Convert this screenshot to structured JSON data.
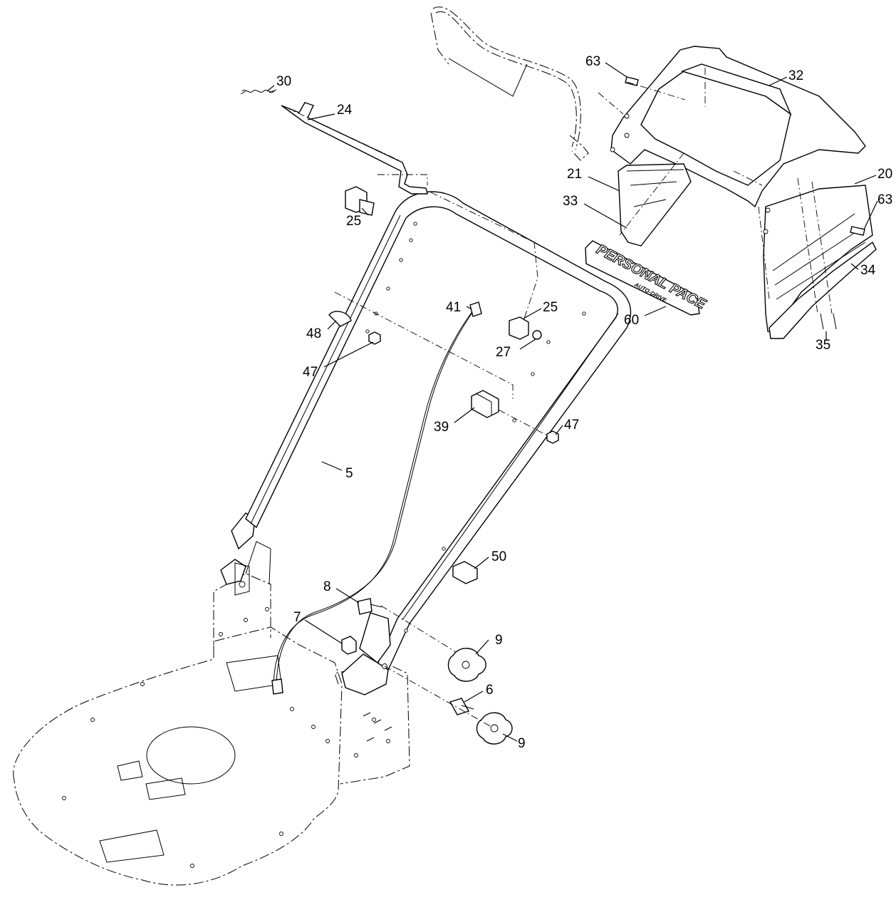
{
  "decal": {
    "line1": "PERSONAL PACE",
    "line2": "AUTO-DRIVE"
  },
  "callouts": [
    {
      "id": "callout-30",
      "text": "30"
    },
    {
      "id": "callout-24",
      "text": "24"
    },
    {
      "id": "callout-25-top",
      "text": "25"
    },
    {
      "id": "callout-63-top",
      "text": "63"
    },
    {
      "id": "callout-32",
      "text": "32"
    },
    {
      "id": "callout-21",
      "text": "21"
    },
    {
      "id": "callout-33",
      "text": "33"
    },
    {
      "id": "callout-20",
      "text": "20"
    },
    {
      "id": "callout-63-right",
      "text": "63"
    },
    {
      "id": "callout-34",
      "text": "34"
    },
    {
      "id": "callout-35",
      "text": "35"
    },
    {
      "id": "callout-60",
      "text": "60"
    },
    {
      "id": "callout-41",
      "text": "41"
    },
    {
      "id": "callout-25-mid",
      "text": "25"
    },
    {
      "id": "callout-27",
      "text": "27"
    },
    {
      "id": "callout-48",
      "text": "48"
    },
    {
      "id": "callout-47-left",
      "text": "47"
    },
    {
      "id": "callout-39",
      "text": "39"
    },
    {
      "id": "callout-47-right",
      "text": "47"
    },
    {
      "id": "callout-5",
      "text": "5"
    },
    {
      "id": "callout-50",
      "text": "50"
    },
    {
      "id": "callout-8",
      "text": "8"
    },
    {
      "id": "callout-7",
      "text": "7"
    },
    {
      "id": "callout-9-upper",
      "text": "9"
    },
    {
      "id": "callout-6",
      "text": "6"
    },
    {
      "id": "callout-9-lower",
      "text": "9"
    }
  ]
}
